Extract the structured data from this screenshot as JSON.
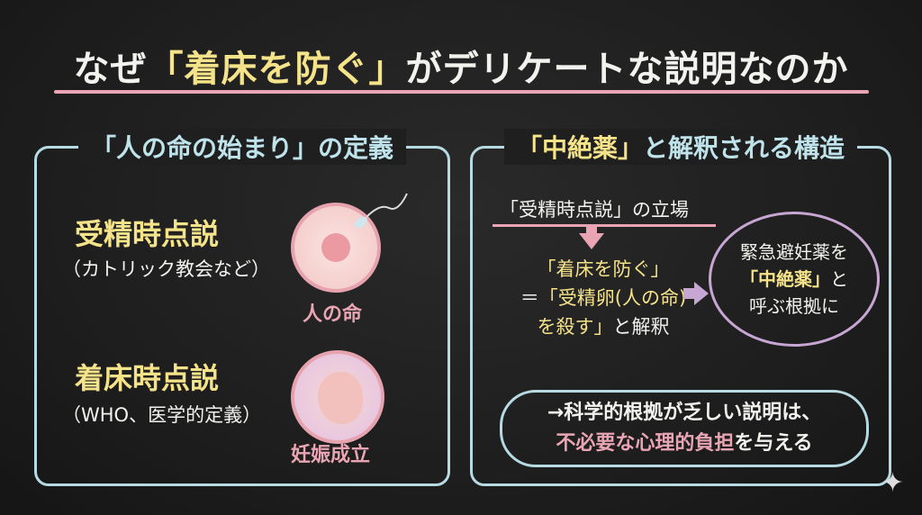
{
  "title": {
    "pre": "なぜ",
    "highlight": "「着床を防ぐ」",
    "post": "がデリケートな説明なのか"
  },
  "left": {
    "heading": "「人の命の始まり」の定義",
    "theories": [
      {
        "name": "受精時点説",
        "note": "（カトリック教会など）",
        "caption": "人の命",
        "icon": "fertilized-egg"
      },
      {
        "name": "着床時点説",
        "note": "（WHO、医学的定義）",
        "caption": "妊娠成立",
        "icon": "embryo"
      }
    ]
  },
  "right": {
    "heading_hl": "「中絶薬」",
    "heading_rest": "と解釈される構造",
    "stance": "「受精時点説」の立場",
    "interp": {
      "l1": "「着床を防ぐ」",
      "l2_pre": "＝",
      "l2": "「受精卵(人の命)",
      "l3": "を殺す」",
      "l3_post": "と解釈"
    },
    "oval": {
      "l1": "緊急避妊薬を",
      "l2_hl": "「中絶薬」",
      "l2_post": "と",
      "l3": "呼ぶ根拠に"
    },
    "conclusion": {
      "l1": "→科学的根拠が乏しい説明は、",
      "l2_hl": "不必要な心理的負担",
      "l2_post": "を与える"
    }
  },
  "colors": {
    "yellow": "#f5e38a",
    "pink": "#e9a5b3",
    "blue": "#b7dbe3",
    "purple": "#c8a6d4"
  }
}
